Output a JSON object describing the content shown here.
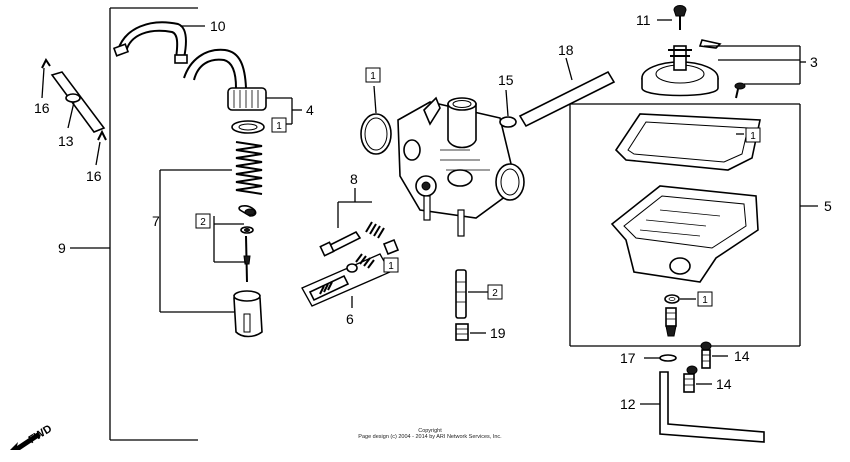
{
  "callouts": {
    "c3": "3",
    "c4": "4",
    "c5": "5",
    "c6": "6",
    "c7": "7",
    "c8": "8",
    "c9": "9",
    "c10": "10",
    "c11": "11",
    "c12": "12",
    "c13": "13",
    "c14a": "14",
    "c14b": "14",
    "c15": "15",
    "c16a": "16",
    "c16b": "16",
    "c17": "17",
    "c18": "18",
    "c19": "19"
  },
  "boxes": {
    "b1_carb": "1",
    "b1_cap": "1",
    "b1_gasket": "1",
    "b1_float": "1",
    "b1_jet": "1",
    "b2_clip": "2",
    "b2_needle": "2"
  },
  "fwd_label": "FWD",
  "copyright": {
    "line1": "Copyright",
    "line2": "Page design (c) 2004 - 2014 by ARI Network Services, Inc."
  }
}
